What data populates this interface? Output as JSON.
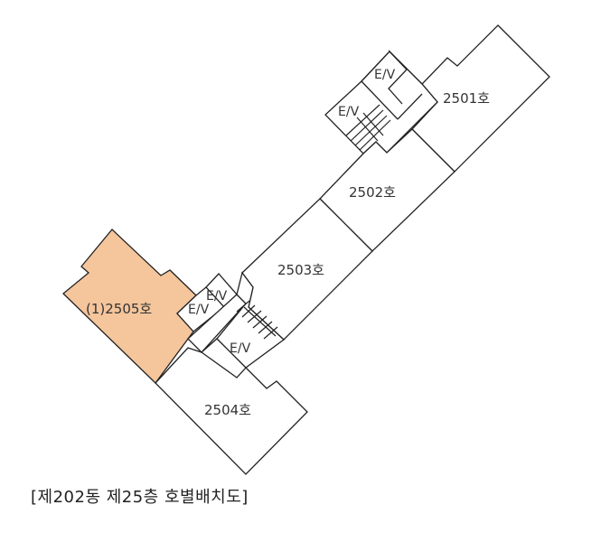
{
  "colors": {
    "selected_unit": "#f5c59c",
    "wall": "#222222"
  },
  "units": [
    {
      "label": "2501호"
    },
    {
      "label": "2502호"
    },
    {
      "label": "2503호"
    },
    {
      "label": "2504호"
    },
    {
      "label": "(1)2505호",
      "selected": true
    }
  ],
  "elevators": [
    "E/V",
    "E/V",
    "E/V",
    "E/V",
    "E/V"
  ],
  "caption": "[제202동 제25층 호별배치도]"
}
